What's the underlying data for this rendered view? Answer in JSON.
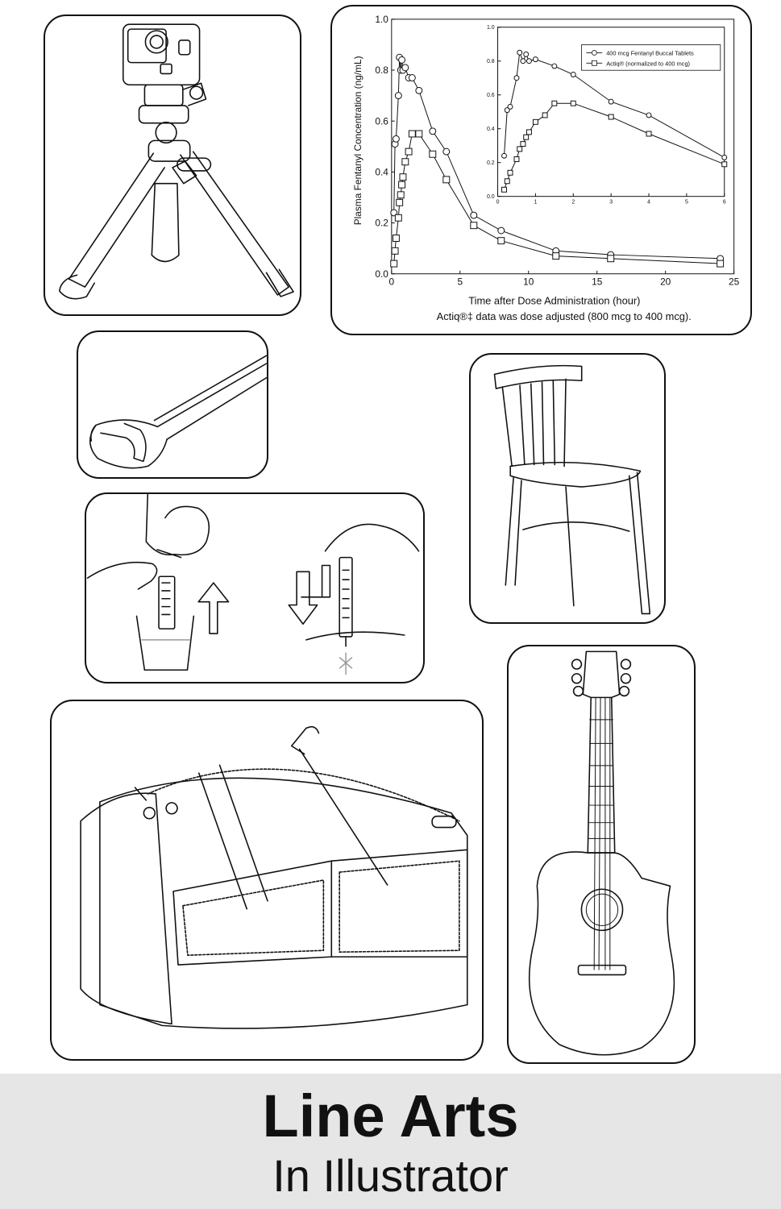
{
  "footer": {
    "title": "Line Arts",
    "subtitle": "In Illustrator"
  },
  "illustrations": [
    {
      "name": "tripod-with-action-camera",
      "icon": "camera-tripod-icon"
    },
    {
      "name": "open-end-wrench",
      "icon": "wrench-icon"
    },
    {
      "name": "oral-syringe-instructions",
      "icon": "syringe-icon"
    },
    {
      "name": "wooden-chair",
      "icon": "chair-icon"
    },
    {
      "name": "tool-bag",
      "icon": "bag-icon"
    },
    {
      "name": "acoustic-guitar",
      "icon": "guitar-icon"
    }
  ],
  "chart_data": [
    {
      "type": "line",
      "ylabel": "Plasma Fentanyl Concentration (ng/mL)",
      "xlabel": "Time after Dose Administration (hour)",
      "note": "Actiq®‡ data was dose adjusted (800 mcg to 400 mcg).",
      "xlim": [
        0,
        25
      ],
      "ylim": [
        0,
        1.0
      ],
      "xticks": [
        "0",
        "5",
        "10",
        "15",
        "20",
        "25"
      ],
      "yticks": [
        "0.0",
        "0.2",
        "0.4",
        "0.6",
        "0.8",
        "1.0"
      ],
      "series": [
        {
          "name": "400 mcg Fentanyl Buccal Tablets",
          "marker": "circle",
          "x": [
            0.17,
            0.25,
            0.33,
            0.5,
            0.58,
            0.67,
            0.75,
            0.83,
            1.0,
            1.25,
            1.5,
            2.0,
            3.0,
            4.0,
            6.0,
            8.0,
            12.0,
            16.0,
            24.0
          ],
          "y": [
            0.24,
            0.51,
            0.53,
            0.7,
            0.85,
            0.8,
            0.84,
            0.8,
            0.81,
            0.77,
            0.77,
            0.72,
            0.56,
            0.48,
            0.23,
            0.17,
            0.09,
            0.075,
            0.06
          ]
        },
        {
          "name": "Actiq® (normalized to 400 mcg)",
          "marker": "square",
          "x": [
            0.17,
            0.25,
            0.33,
            0.5,
            0.58,
            0.67,
            0.75,
            0.83,
            1.0,
            1.25,
            1.5,
            2.0,
            3.0,
            4.0,
            6.0,
            8.0,
            12.0,
            16.0,
            24.0
          ],
          "y": [
            0.04,
            0.09,
            0.14,
            0.22,
            0.28,
            0.31,
            0.35,
            0.38,
            0.44,
            0.48,
            0.55,
            0.55,
            0.47,
            0.37,
            0.19,
            0.13,
            0.07,
            0.06,
            0.04
          ]
        }
      ]
    },
    {
      "type": "line",
      "inset": true,
      "xlim": [
        0,
        6
      ],
      "ylim": [
        0,
        1.0
      ],
      "xticks": [
        "0",
        "1",
        "2",
        "3",
        "4",
        "5",
        "6"
      ],
      "yticks": [
        "0.0",
        "0.2",
        "0.4",
        "0.6",
        "0.8",
        "1.0"
      ],
      "legend": "top-right",
      "series": [
        {
          "name": "400 mcg Fentanyl Buccal Tablets",
          "marker": "circle",
          "x": [
            0.17,
            0.25,
            0.33,
            0.5,
            0.58,
            0.67,
            0.75,
            0.83,
            1.0,
            1.5,
            2.0,
            3.0,
            4.0,
            6.0
          ],
          "y": [
            0.24,
            0.51,
            0.53,
            0.7,
            0.85,
            0.8,
            0.84,
            0.8,
            0.81,
            0.77,
            0.72,
            0.56,
            0.48,
            0.23
          ]
        },
        {
          "name": "Actiq® (normalized to 400 mcg)",
          "marker": "square",
          "x": [
            0.17,
            0.25,
            0.33,
            0.5,
            0.58,
            0.67,
            0.75,
            0.83,
            1.0,
            1.25,
            1.5,
            2.0,
            3.0,
            4.0,
            6.0
          ],
          "y": [
            0.04,
            0.09,
            0.14,
            0.22,
            0.28,
            0.31,
            0.35,
            0.38,
            0.44,
            0.48,
            0.55,
            0.55,
            0.47,
            0.37,
            0.19
          ]
        }
      ]
    }
  ]
}
